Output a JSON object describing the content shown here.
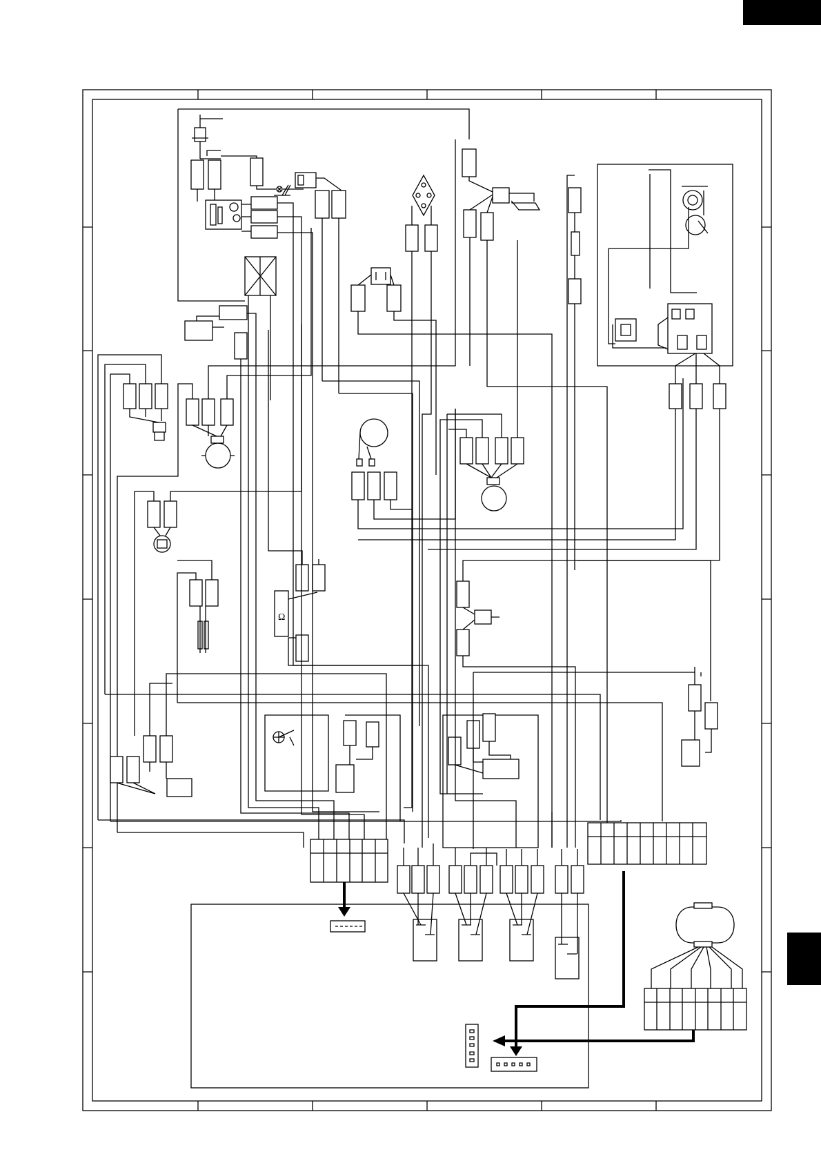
{
  "diagram": {
    "sheet_tab_color": "#000000",
    "line_color": "#000000",
    "background": "#ffffff",
    "frame_border_divisions_top": 6,
    "frame_border_divisions_side": 8,
    "connector_blocks": [
      {
        "id": "J1",
        "pins": 6
      },
      {
        "id": "J2",
        "pins": 9
      },
      {
        "id": "J3",
        "pins": 8
      }
    ],
    "pcb_connectors": [
      {
        "id": "pcb-connector-6pin",
        "pins": 6
      },
      {
        "id": "pcb-connector-5pin",
        "pins": 5
      },
      {
        "id": "pcb-connector-vertical",
        "pins": 5
      }
    ],
    "icons": [
      "thermostat-icon",
      "motor-icon",
      "lamp-icon",
      "transformer-icon",
      "switch-icon",
      "fuse-icon",
      "relay-icon",
      "ground-icon",
      "heater-icon",
      "thermal-fuse-icon",
      "connector-icon",
      "arrow-icon"
    ]
  }
}
